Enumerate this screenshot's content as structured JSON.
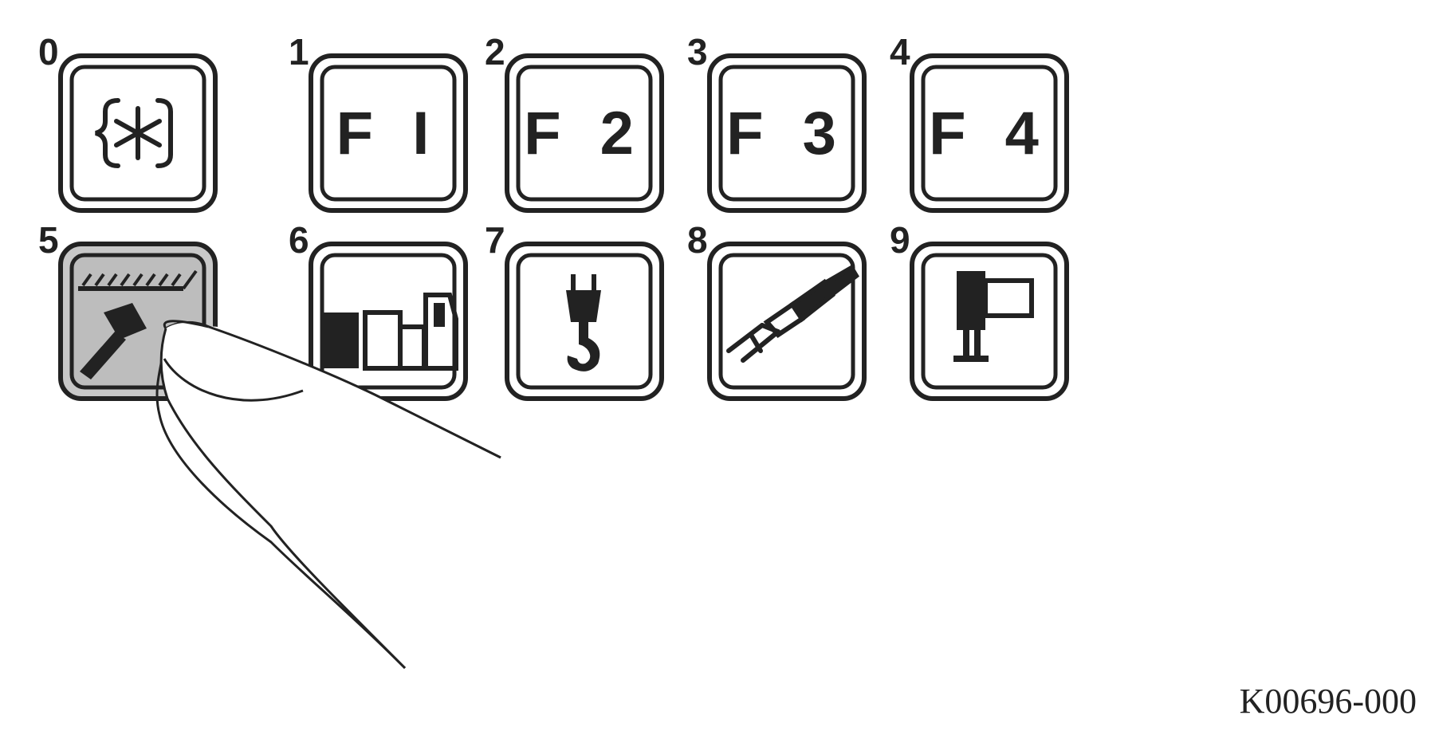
{
  "keys": [
    {
      "number": "0",
      "label": "",
      "icon": "snowflake-brackets-icon"
    },
    {
      "number": "1",
      "label": "F I",
      "icon": ""
    },
    {
      "number": "2",
      "label": "F 2",
      "icon": ""
    },
    {
      "number": "3",
      "label": "F 3",
      "icon": ""
    },
    {
      "number": "4",
      "label": "F 4",
      "icon": ""
    },
    {
      "number": "5",
      "label": "",
      "icon": "ceiling-light-icon",
      "pressed": true
    },
    {
      "number": "6",
      "label": "",
      "icon": "crane-carrier-icon"
    },
    {
      "number": "7",
      "label": "",
      "icon": "crane-hook-icon"
    },
    {
      "number": "8",
      "label": "",
      "icon": "boom-arm-icon"
    },
    {
      "number": "9",
      "label": "",
      "icon": "outrigger-icon"
    }
  ],
  "figure_code": "K00696-000",
  "colors": {
    "pressed_fill": "#c8c8c8",
    "stroke": "#222222",
    "background": "#ffffff"
  }
}
